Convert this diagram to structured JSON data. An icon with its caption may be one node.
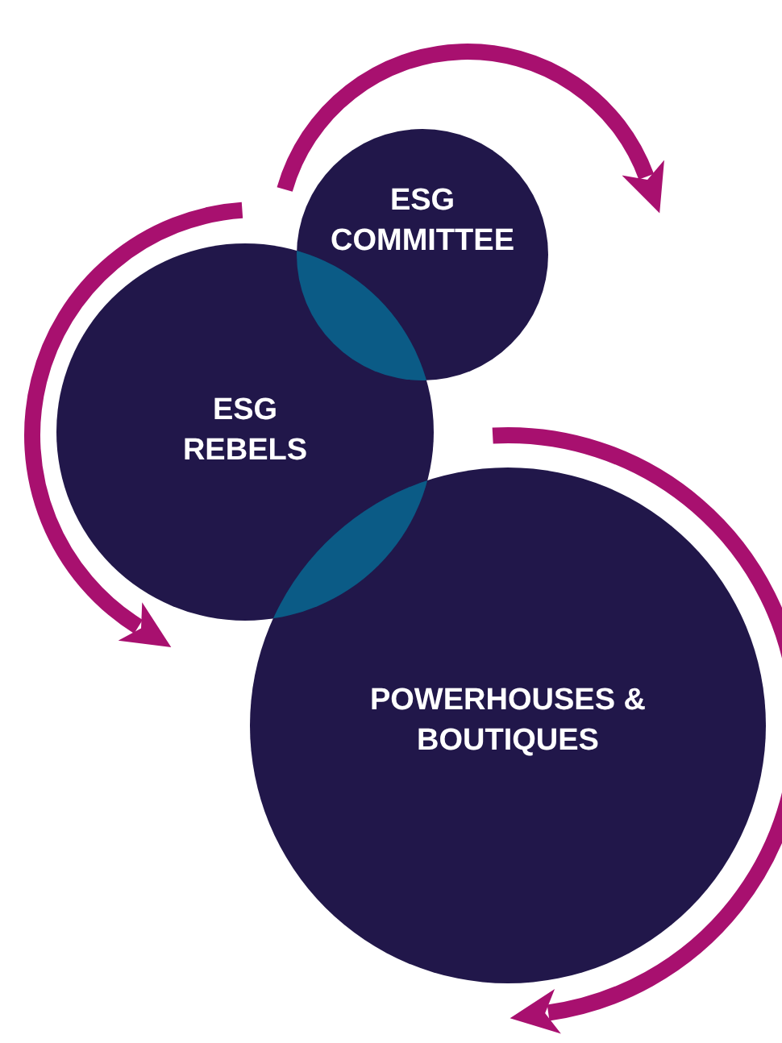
{
  "diagram": {
    "nodes": [
      {
        "text": [
          "ESG COMMITTEE"
        ]
      },
      {
        "text": [
          "ESG REBELS"
        ]
      },
      {
        "text": [
          "POWERHOUSES & BOUTIQUES"
        ]
      }
    ]
  }
}
